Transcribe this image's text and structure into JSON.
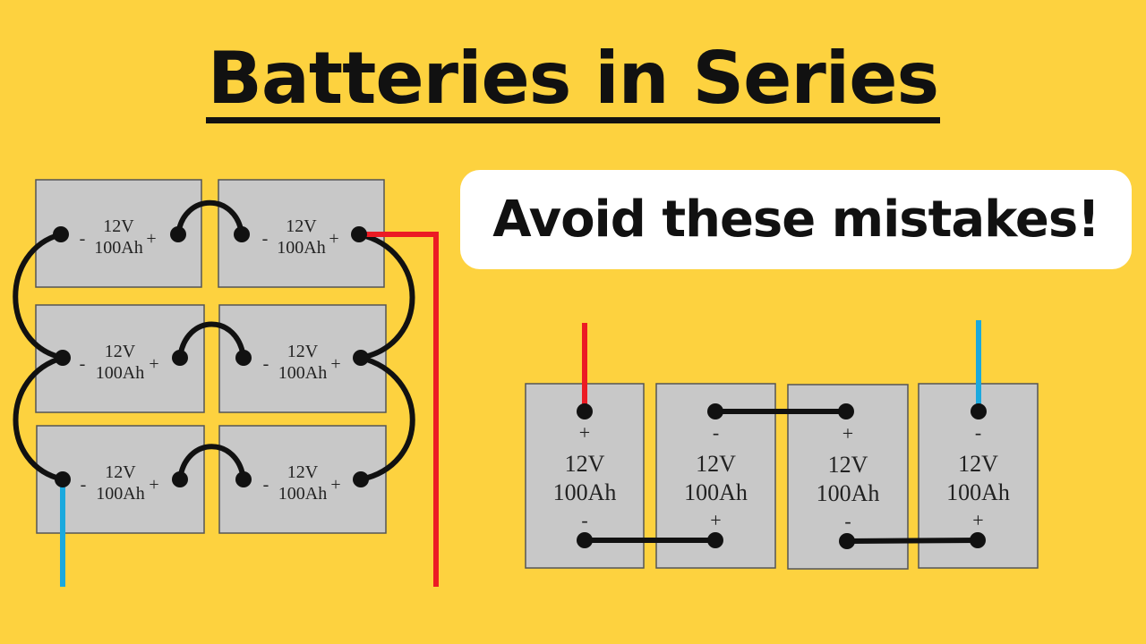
{
  "title": "Batteries in Series",
  "callout": "Avoid these mistakes!",
  "battery": {
    "voltage": "12V",
    "capacity": "100Ah",
    "neg": "-",
    "pos": "+"
  },
  "colors": {
    "background": "#FDD23F",
    "battery_fill": "#C8C8C8",
    "wire_black": "#111111",
    "wire_red": "#EC1B24",
    "wire_blue": "#1BA9DE"
  }
}
